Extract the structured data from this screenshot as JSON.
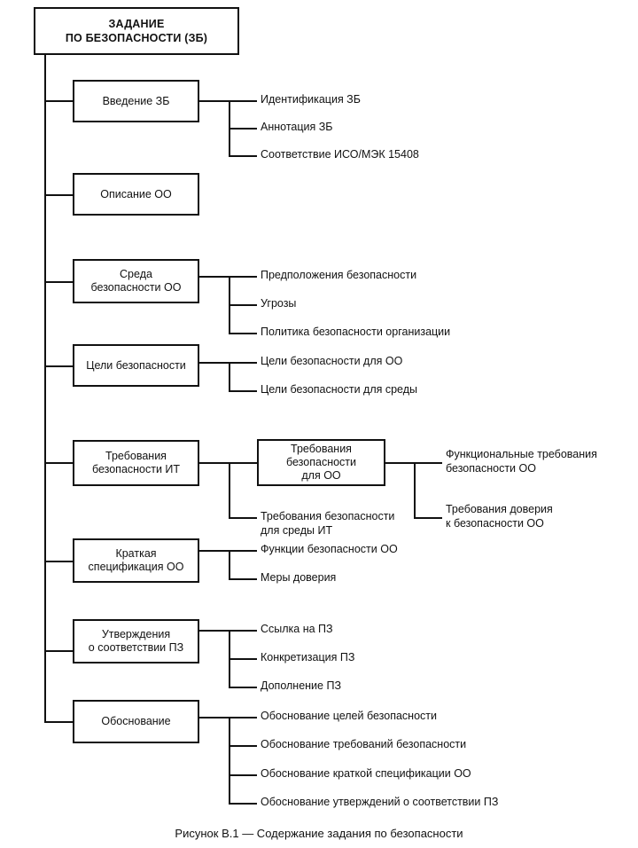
{
  "figure": {
    "caption": "Рисунок В.1 — Содержание задания по безопасности",
    "root": {
      "label": "ЗАДАНИЕ\nПО БЕЗОПАСНОСТИ (ЗБ)"
    },
    "sections": [
      {
        "id": "vvedenie-zb",
        "label": "Введение ЗБ",
        "leaves": [
          "Идентификация ЗБ",
          "Аннотация ЗБ",
          "Соответствие ИСО/МЭК 15408"
        ]
      },
      {
        "id": "opisanie-oo",
        "label": "Описание ОО",
        "leaves": []
      },
      {
        "id": "sreda-bezopasnosti-oo",
        "label": "Среда\nбезопасности ОО",
        "leaves": [
          "Предположения безопасности",
          "Угрозы",
          "Политика безопасности организации"
        ]
      },
      {
        "id": "celi-bezopasnosti",
        "label": "Цели безопасности",
        "leaves": [
          "Цели безопасности для ОО",
          "Цели безопасности для среды"
        ]
      },
      {
        "id": "trebovaniya-bezopasnosti-it",
        "label": "Требования\nбезопасности ИТ",
        "leaves": [
          "Требования безопасности\nдля среды ИТ"
        ],
        "subbox": {
          "id": "trebovaniya-bezopasnosti-dlya-oo",
          "label": "Требования\nбезопасности\nдля ОО",
          "leaves": [
            "Функциональные требования\nбезопасности ОО",
            "Требования доверия\nк безопасности ОО"
          ]
        }
      },
      {
        "id": "kratkaya-specifikaciya-oo",
        "label": "Краткая\nспецификация ОО",
        "leaves": [
          "Функции безопасности ОО",
          "Меры доверия"
        ]
      },
      {
        "id": "utverzhdeniya-o-sootvetstvii-pz",
        "label": "Утверждения\nо соответствии ПЗ",
        "leaves": [
          "Ссылка на ПЗ",
          "Конкретизация ПЗ",
          "Дополнение ПЗ"
        ]
      },
      {
        "id": "obosnovanie",
        "label": "Обоснование",
        "leaves": [
          "Обоснование целей безопасности",
          "Обоснование требований безопасности",
          "Обоснование краткой спецификации ОО",
          "Обоснование утверждений о соответствии ПЗ"
        ]
      }
    ]
  },
  "colors": {
    "line": "#111111",
    "background": "#ffffff",
    "text": "#111111"
  }
}
